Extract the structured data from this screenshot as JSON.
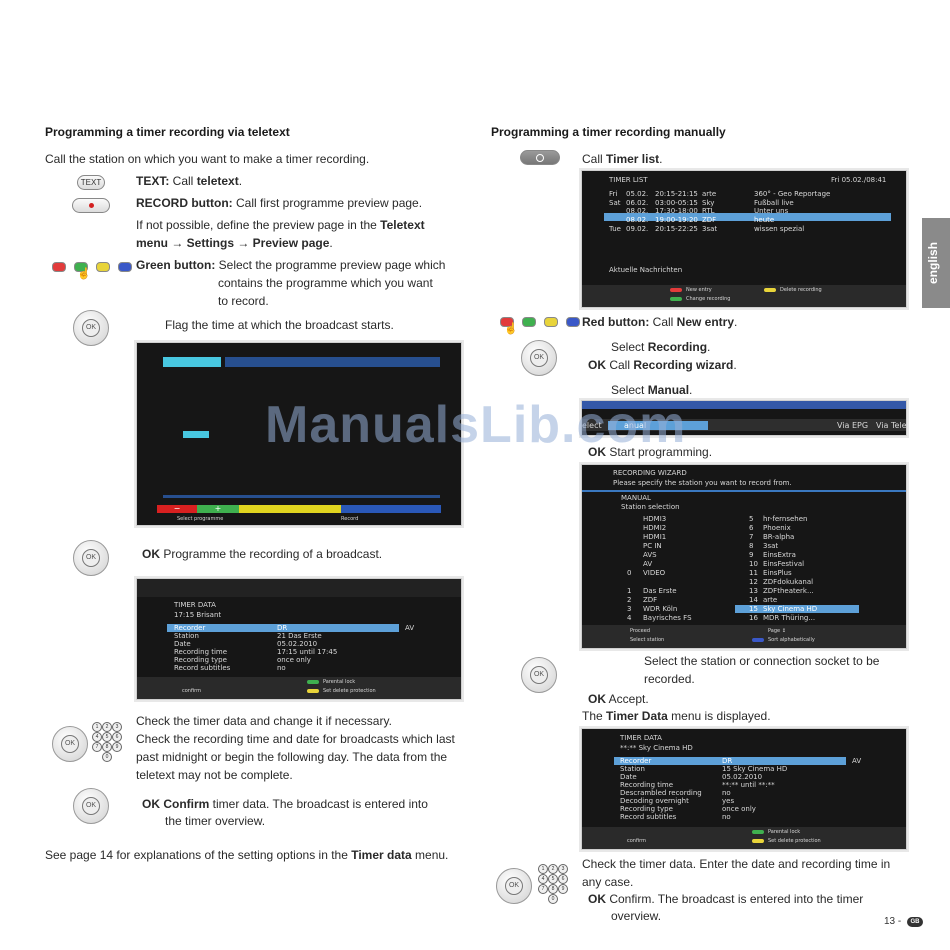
{
  "left": {
    "heading": "Programming a timer recording via teletext",
    "intro": "Call the station on which you want to make a timer recording.",
    "text_btn": "TEXT",
    "step1_key": "TEXT:",
    "step1_rest": " Call ",
    "step1_bold": "teletext",
    "step1_end": ".",
    "step2_key": "RECORD button:",
    "step2_rest": " Call first programme preview page.",
    "step2b": "If not possible, define the preview page in the ",
    "step2b_bold1": "Teletext",
    "step2b_bold2": "menu → Settings → Preview page",
    "step2b_end": ".",
    "step3_key": "Green button:",
    "step3_rest": " Select the programme preview page which",
    "step3_l2": "contains the programme which you want",
    "step3_l3": "to record.",
    "step4": "Flag the time at which the broadcast starts.",
    "tv1": {
      "foot_left": "Select programme",
      "foot_right": "Record",
      "minus": "−",
      "plus": "+"
    },
    "step5_ok": "OK",
    "step5": "Programme the recording of a broadcast.",
    "tv2": {
      "title": "TIMER DATA",
      "subtitle": "17:15 Brisant",
      "rows": [
        {
          "label": "Recorder",
          "value": "DR"
        },
        {
          "label": "Station",
          "value": "21 Das Erste"
        },
        {
          "label": "Date",
          "value": "05.02.2010"
        },
        {
          "label": "Recording time",
          "value": "17:15 until 17:45"
        },
        {
          "label": "Recording type",
          "value": "once only"
        },
        {
          "label": "Record subtitles",
          "value": "no"
        }
      ],
      "side": "AV",
      "foot1": "Parental lock",
      "foot2": "Set delete protection",
      "confirm": "confirm"
    },
    "step6_l1": "Check the timer data and change it if necessary.",
    "step6_l2": "Check the recording time and date for broadcasts which last",
    "step6_l3": "past midnight or begin the following day. The data from the",
    "step6_l4": "teletext may not be complete.",
    "step7_ok": "OK",
    "step7_b": "Confirm",
    "step7_rest": " timer data. The broadcast is entered into",
    "step7_l2": "the timer overview.",
    "footer_pre": "See page 14 for explanations of the setting options in the ",
    "footer_b": "Timer data",
    "footer_post": " menu."
  },
  "right": {
    "heading": "Programming a timer recording manually",
    "call1": "Call ",
    "call1_b": "Timer list",
    "call1_end": ".",
    "tl": {
      "title": "TIMER LIST",
      "date": "Fri 05.02./08:41",
      "rows": [
        {
          "d": "Fri",
          "dt": "05.02.",
          "t": "20:15-21:15",
          "s": "arte",
          "p": "360° - Geo Reportage"
        },
        {
          "d": "Sat",
          "dt": "06.02.",
          "t": "03:00-05:15",
          "s": "Sky",
          "p": "Fußball live"
        },
        {
          "d": "",
          "dt": "08.02.",
          "t": "17:30-18:00",
          "s": "RTL",
          "p": "Unter uns"
        },
        {
          "d": "",
          "dt": "08.02.",
          "t": "19:00-19:20",
          "s": "ZDF",
          "p": "heute"
        },
        {
          "d": "Tue",
          "dt": "09.02.",
          "t": "20:15-22:25",
          "s": "3sat",
          "p": "wissen spezial"
        }
      ],
      "news": "Aktuelle Nachrichten",
      "f1": "New entry",
      "f2": "Delete recording",
      "f3": "Change recording"
    },
    "red_key": "Red button:",
    "red_rest": " Call ",
    "red_b": "New entry",
    "red_end": ".",
    "sel1": "Select ",
    "sel1_b": "Recording",
    "sel1_end": ".",
    "ok1": "OK",
    "ok1_rest": " Call ",
    "ok1_b": "Recording wizard",
    "ok1_end": ".",
    "sel2": "Select ",
    "sel2_b": "Manual",
    "sel2_end": ".",
    "strip": {
      "left": "elect",
      "mid": "anual",
      "r1": "Via EPG",
      "r2": "Via Tele"
    },
    "ok2": "OK",
    "ok2_rest": " Start programming.",
    "wiz": {
      "title": "RECORDING WIZARD",
      "sub": "Please specify the station you want to record from.",
      "h1": "MANUAL",
      "h2": "Station selection",
      "left_col": [
        {
          "n": "",
          "s": "HDMI3"
        },
        {
          "n": "",
          "s": "HDMI2"
        },
        {
          "n": "",
          "s": "HDMI1"
        },
        {
          "n": "",
          "s": "PC IN"
        },
        {
          "n": "",
          "s": "AVS"
        },
        {
          "n": "",
          "s": "AV"
        },
        {
          "n": "0",
          "s": "VIDEO"
        },
        {
          "n": "",
          "s": ""
        },
        {
          "n": "1",
          "s": "Das Erste"
        },
        {
          "n": "2",
          "s": "ZDF"
        },
        {
          "n": "3",
          "s": "WDR Köln"
        },
        {
          "n": "4",
          "s": "Bayrisches FS"
        }
      ],
      "right_col": [
        {
          "n": "5",
          "s": "hr-fernsehen"
        },
        {
          "n": "6",
          "s": "Phoenix"
        },
        {
          "n": "7",
          "s": "BR-alpha"
        },
        {
          "n": "8",
          "s": "3sat"
        },
        {
          "n": "9",
          "s": "EinsExtra"
        },
        {
          "n": "10",
          "s": "EinsFestival"
        },
        {
          "n": "11",
          "s": "EinsPlus"
        },
        {
          "n": "12",
          "s": "ZDFdokukanal"
        },
        {
          "n": "13",
          "s": "ZDFtheaterk..."
        },
        {
          "n": "14",
          "s": "arte"
        },
        {
          "n": "15",
          "s": "Sky Cinema HD"
        },
        {
          "n": "16",
          "s": "MDR Thüring..."
        }
      ],
      "f1": "Proceed",
      "f2": "Page ↕",
      "f3": "Select station",
      "f4": "Sort alphabetically"
    },
    "selst_l1": "Select the station or connection socket to be",
    "selst_l2": "recorded.",
    "ok3": "OK",
    "ok3_rest": " Accept.",
    "td_pre": "The ",
    "td_b": "Timer Data",
    "td_post": " menu is displayed.",
    "tv3": {
      "title": "TIMER DATA",
      "subtitle": "**:** Sky Cinema HD",
      "rows": [
        {
          "label": "Recorder",
          "value": "DR"
        },
        {
          "label": "Station",
          "value": "15 Sky Cinema HD"
        },
        {
          "label": "Date",
          "value": "05.02.2010"
        },
        {
          "label": "Recording time",
          "value": "**:** until **:**"
        },
        {
          "label": "Descrambled recording",
          "value": "no"
        },
        {
          "label": "Decoding overnight",
          "value": "yes"
        },
        {
          "label": "Recording type",
          "value": "once only"
        },
        {
          "label": "Record subtitles",
          "value": "no"
        }
      ],
      "side": "AV",
      "foot1": "Parental lock",
      "foot2": "Set delete protection",
      "confirm": "confirm"
    },
    "chk_l1": "Check the timer data. Enter the date and recording time in",
    "chk_l2": "any case.",
    "ok4": "OK",
    "ok4_rest": " Confirm. The broadcast is entered into the timer",
    "ok4_l2": "overview."
  },
  "side_tab": "english",
  "page_number": "13 -",
  "page_badge": "GB",
  "watermark": "ManualsLib.com"
}
